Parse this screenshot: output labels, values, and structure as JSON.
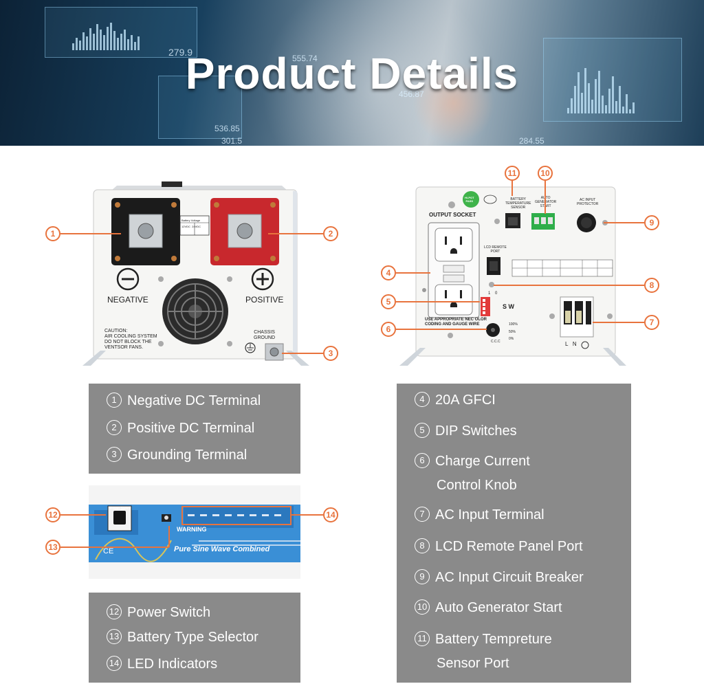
{
  "banner": {
    "title": "Product Details",
    "readouts": [
      "279.9",
      "555.74",
      "536.85",
      "301.5",
      "456.87",
      "284.55"
    ]
  },
  "front_panel": {
    "negative_label": "NEGATIVE",
    "positive_label": "POSITIVE",
    "caution_text": "CAUTION:\nAIR COOLING SYSTEM\nDO NOT BLOCK THE\nVENTSOR FANS.",
    "chassis_ground_label": "CHASSIS\nGROUND",
    "battery_voltage_label": "Battery Voltage\n12VDC  24VDC"
  },
  "rear_panel": {
    "output_socket_label": "OUTPUT SOCKET",
    "badge_text": "Hi-POT\nPASS",
    "battery_temp_label": "BATTERY\nTEMPERATURE\nSENSOR",
    "auto_gen_label": "AUTO\nGENERATOR\nSTART",
    "ac_input_protector_label": "AC INPUT\nPROTECTOR",
    "lcd_remote_label": "LCD REMOTE\nPORT",
    "sw_label": "S W",
    "dip_on_off": "1    0",
    "wire_note": "USE APPROPRIATE NEC OLOR\nCODING AND GAUGE WIRE",
    "knob_marks": [
      "100%",
      "50%",
      "0%"
    ],
    "ccc_label": "C.C.C",
    "ln_label": "L   N"
  },
  "top_view": {
    "warning_label": "WARNING",
    "brand_strip": "Pure Sine Wave Combined",
    "ce_mark": "CE",
    "power_switch_label": "Power Switch"
  },
  "callouts": {
    "c1": "1",
    "c2": "2",
    "c3": "3",
    "c4": "4",
    "c5": "5",
    "c6": "6",
    "c7": "7",
    "c8": "8",
    "c9": "9",
    "c10": "10",
    "c11": "11",
    "c12": "12",
    "c13": "13",
    "c14": "14"
  },
  "legend_front": [
    {
      "num": "1",
      "text": "Negative DC Terminal"
    },
    {
      "num": "2",
      "text": "Positive DC Terminal"
    },
    {
      "num": "3",
      "text": "Grounding Terminal"
    }
  ],
  "legend_top": [
    {
      "num": "12",
      "text": "Power Switch"
    },
    {
      "num": "13",
      "text": "Battery Type Selector"
    },
    {
      "num": "14",
      "text": "LED Indicators"
    }
  ],
  "legend_rear": [
    {
      "num": "4",
      "text": "20A GFCI",
      "text2": ""
    },
    {
      "num": "5",
      "text": "DIP Switches",
      "text2": ""
    },
    {
      "num": "6",
      "text": "Charge Current",
      "text2": "Control Knob"
    },
    {
      "num": "7",
      "text": "AC Input Terminal",
      "text2": ""
    },
    {
      "num": "8",
      "text": "LCD Remote Panel Port",
      "text2": ""
    },
    {
      "num": "9",
      "text": "AC Input Circuit Breaker",
      "text2": ""
    },
    {
      "num": "10",
      "text": "Auto Generator Start",
      "text2": ""
    },
    {
      "num": "11",
      "text": "Battery Tempreture",
      "text2": "Sensor Port"
    }
  ],
  "colors": {
    "accent": "#e8733d",
    "legend_bg": "#8a8a8a",
    "terminal_red": "#c8282d",
    "strip_blue": "#3a8fd6"
  }
}
